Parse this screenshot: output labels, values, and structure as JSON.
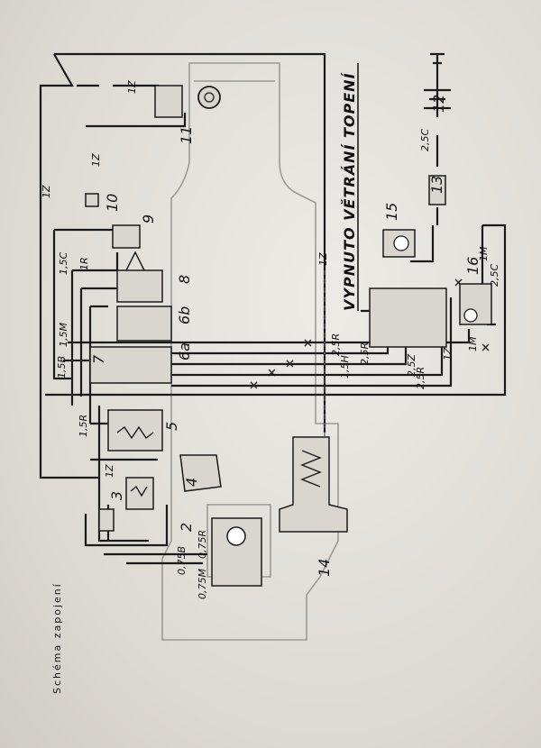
{
  "caption": "Schéma zapojení",
  "heading": "VYPNUTO VĚTRÁNÍ TOPENÍ",
  "components": {
    "c2": "2",
    "c3": "3",
    "c4": "4",
    "c5": "5",
    "c6a": "6a",
    "c6b": "6b",
    "c7": "7",
    "c8": "8",
    "c9": "9",
    "c10": "10",
    "c11": "11",
    "c12": "12",
    "c13": "13",
    "c14": "14",
    "c15": "15",
    "c16": "16"
  },
  "wires": {
    "w1Z_top": "1Z",
    "w1Z_left": "1Z",
    "w1Z_mid": "1Z",
    "w1Z_vertical": "1Z",
    "w1Z_c": "1Z",
    "w1_5C": "1,5C",
    "w1R": "1R",
    "w1_5M": "1,5M",
    "w1_5B": "1,5B",
    "w1_5R": "1,5R",
    "w2_5R_a": "2,5R",
    "w2_5R_b": "2,5R",
    "w1_5H": "1,5H",
    "w2_5Z": "2,5Z",
    "w2_5R_c": "2,5R",
    "w1M_a": "1M",
    "w1M_b": "1M",
    "w1Z_d": "1Z",
    "w2_5C_a": "2,5C",
    "w2_5C_b": "2,5C",
    "w0_75R": "0,75R",
    "w0_75B": "0,75B",
    "w0_75M": "0,75M"
  }
}
